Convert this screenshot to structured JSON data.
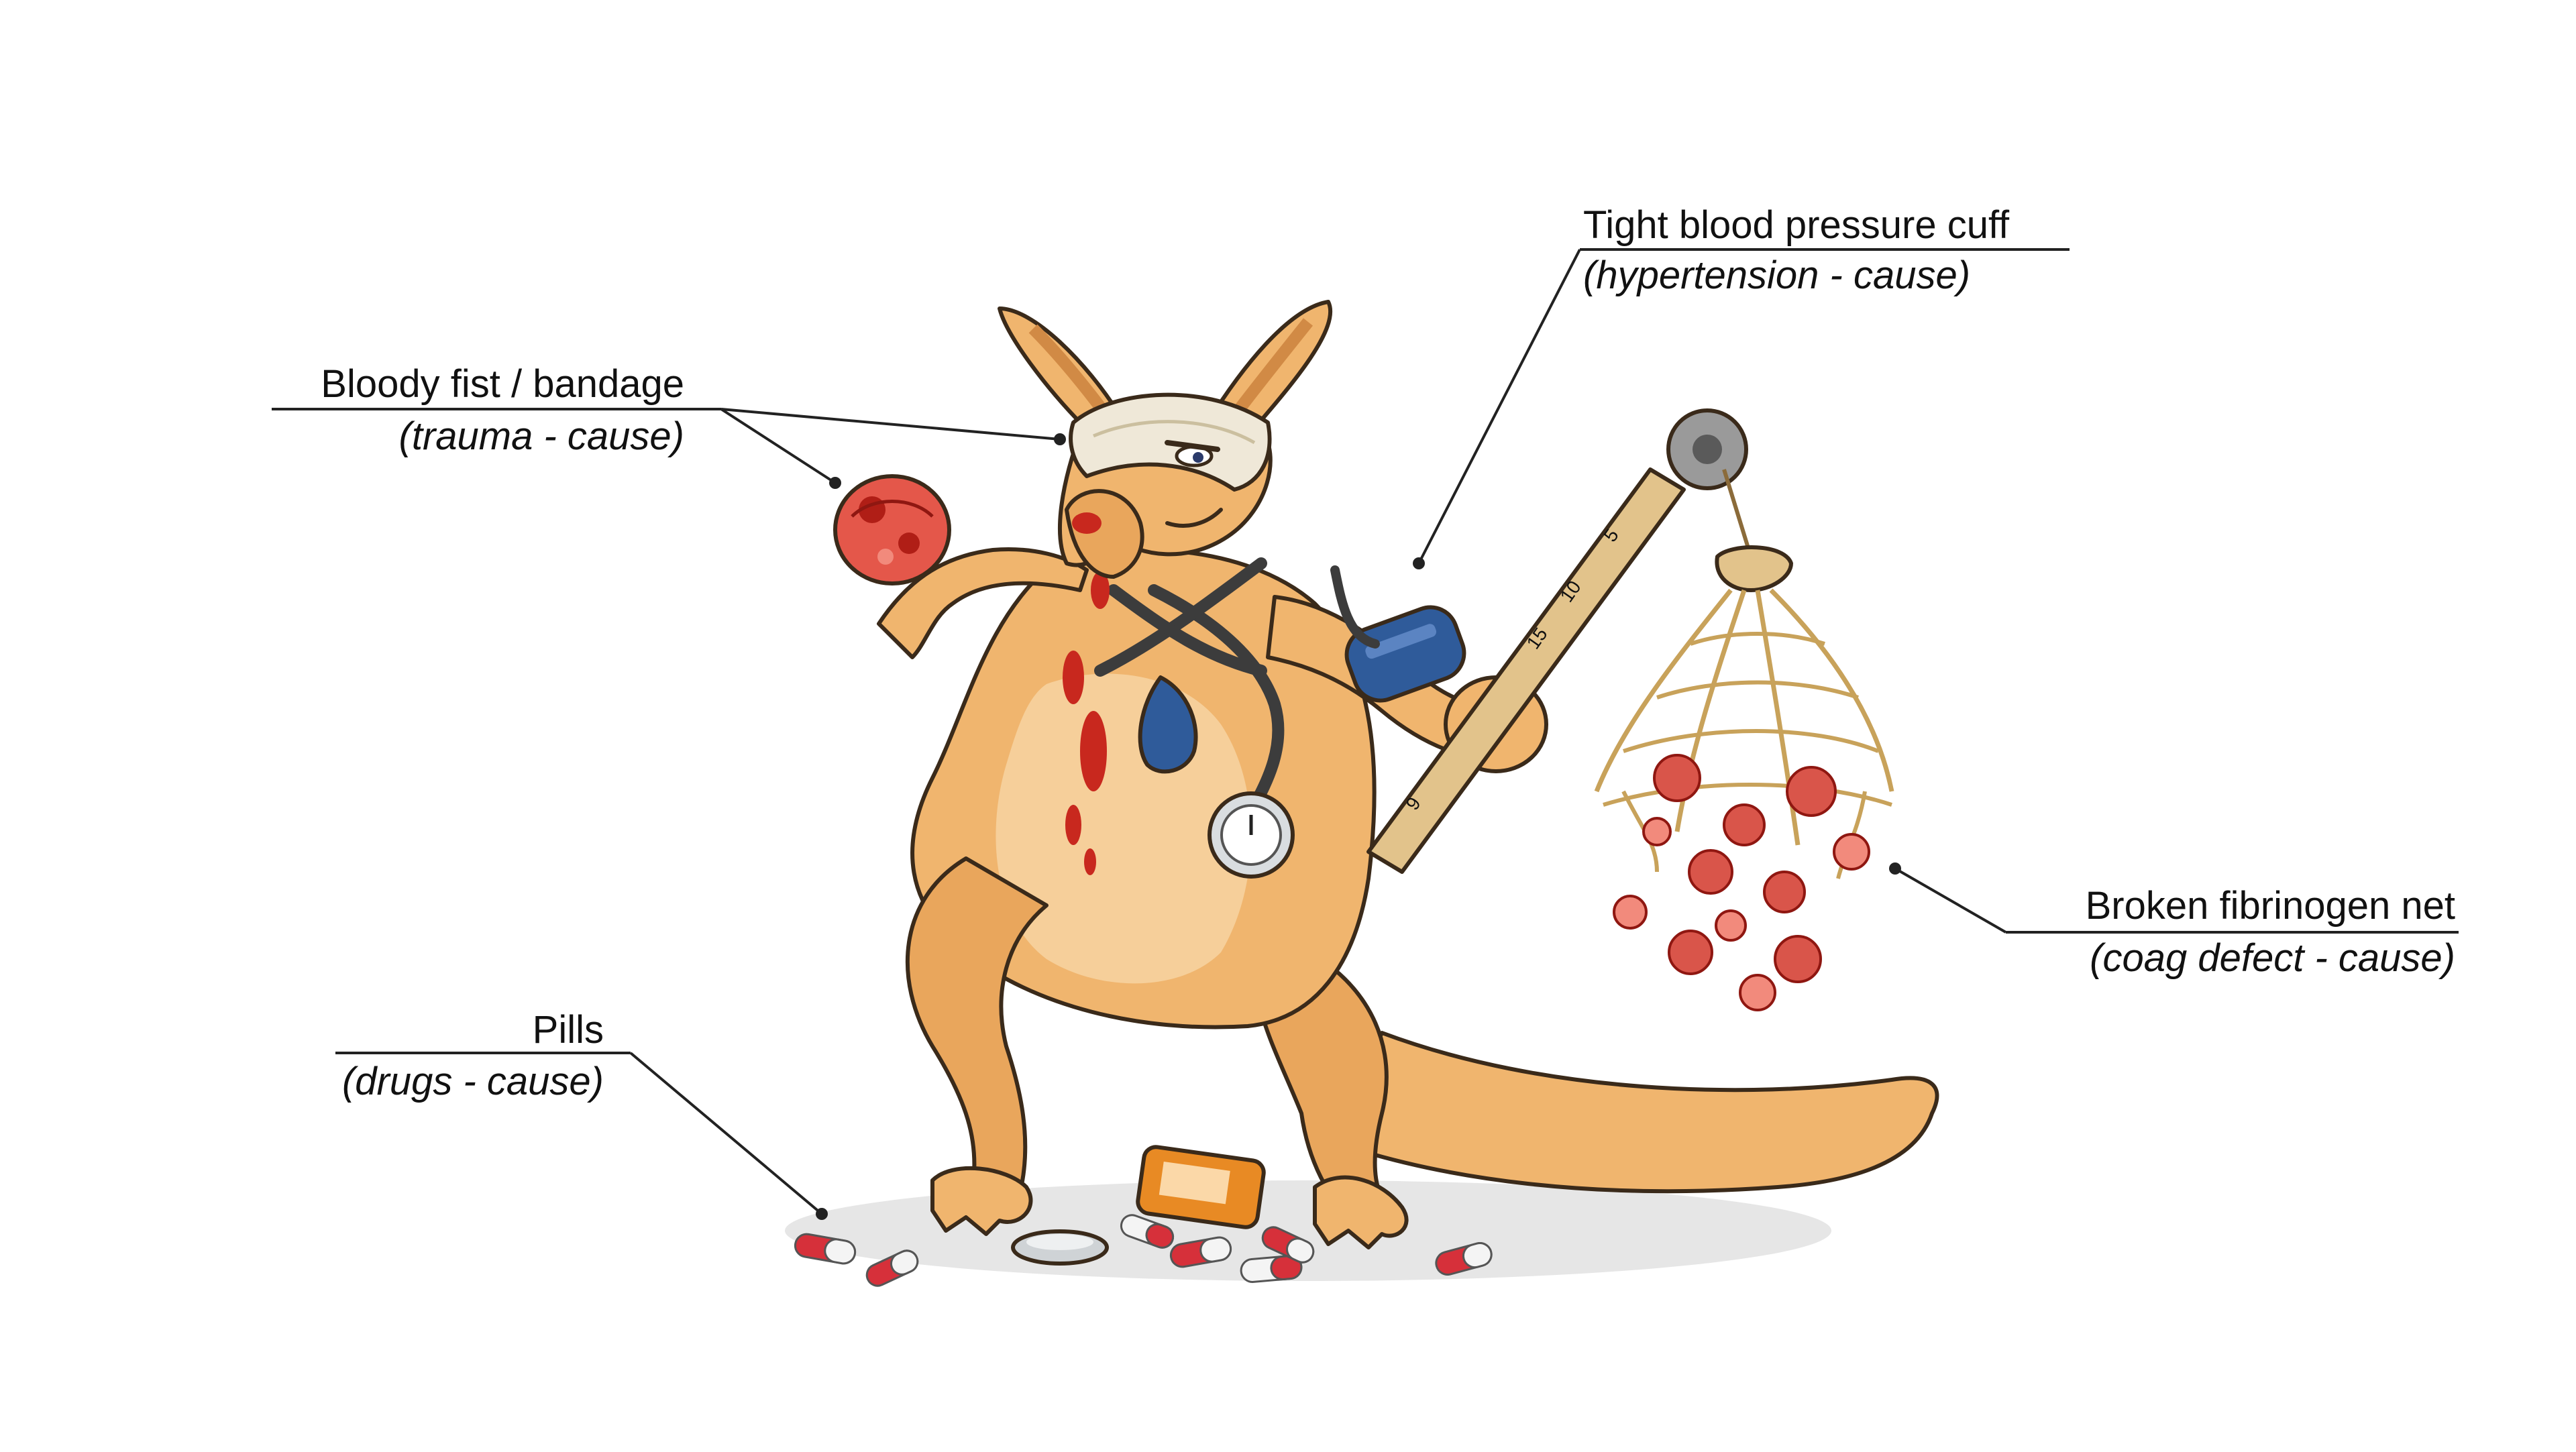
{
  "labels": {
    "fist": {
      "title": "Bloody fist / bandage",
      "cause": "(trauma - cause)"
    },
    "cuff": {
      "title": "Tight blood pressure cuff",
      "cause": "(hypertension - cause)"
    },
    "net": {
      "title": "Broken fibrinogen net",
      "cause": "(coag defect - cause)"
    },
    "pills": {
      "title": "Pills",
      "cause": "(drugs - cause)"
    }
  },
  "ruler_marks": [
    "5",
    "10",
    "15",
    "9"
  ],
  "colors": {
    "skin": "#f0b56e",
    "skin_dark": "#d18a45",
    "belly": "#f6cf9a",
    "blood": "#c8281e",
    "cuff": "#2f5b9a",
    "tube": "#3c3c3c",
    "net": "#c8a25a",
    "clot": "#d9554a",
    "pill_red": "#d6303a",
    "pill_white": "#f4f4f4",
    "bottle": "#e88a24"
  }
}
